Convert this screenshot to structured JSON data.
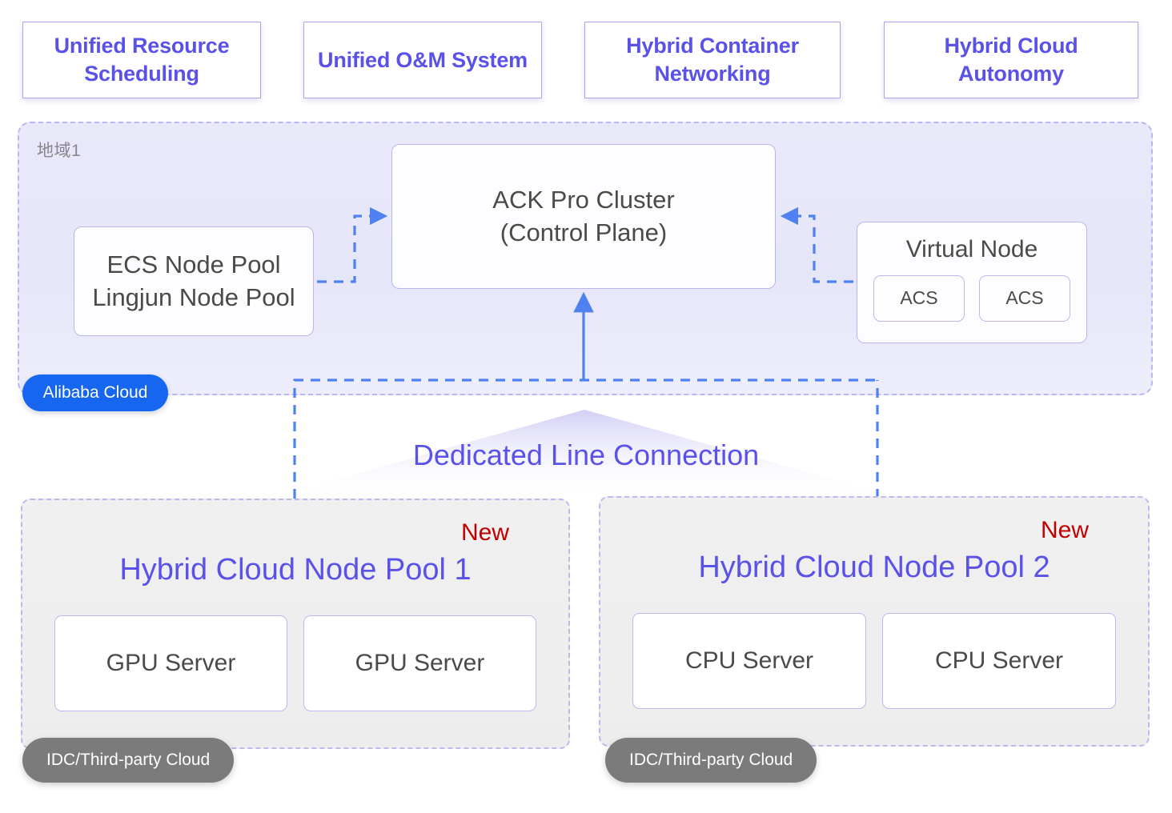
{
  "features": [
    {
      "label": "Unified Resource Scheduling"
    },
    {
      "label": "Unified O&M System"
    },
    {
      "label": "Hybrid Container Networking"
    },
    {
      "label": "Hybrid Cloud Autonomy"
    }
  ],
  "region": {
    "label": "地域1",
    "cloud_badge": "Alibaba Cloud",
    "ecs_node_pool": {
      "line1": "ECS Node Pool",
      "line2": "Lingjun Node Pool"
    },
    "control_plane": {
      "line1": "ACK Pro Cluster",
      "line2": "(Control Plane)"
    },
    "virtual_node": {
      "title": "Virtual Node",
      "instances": [
        "ACS",
        "ACS"
      ]
    }
  },
  "connection": {
    "label": "Dedicated Line Connection"
  },
  "pools": [
    {
      "badge": "New",
      "title": "Hybrid Cloud Node Pool 1",
      "servers": [
        "GPU Server",
        "GPU Server"
      ],
      "footer": "IDC/Third-party Cloud"
    },
    {
      "badge": "New",
      "title": "Hybrid Cloud Node Pool 2",
      "servers": [
        "CPU Server",
        "CPU Server"
      ],
      "footer": "IDC/Third-party Cloud"
    }
  ],
  "colors": {
    "accent_purple": "#5a52e8",
    "border_purple": "#b9b6ee",
    "region_fill": "#e8e8f9",
    "alibaba_blue": "#1766f0",
    "new_red": "#c00000",
    "idc_gray": "#7b7b7b",
    "wire_blue": "#4f82f0",
    "text_gray": "#4a4a4a"
  }
}
